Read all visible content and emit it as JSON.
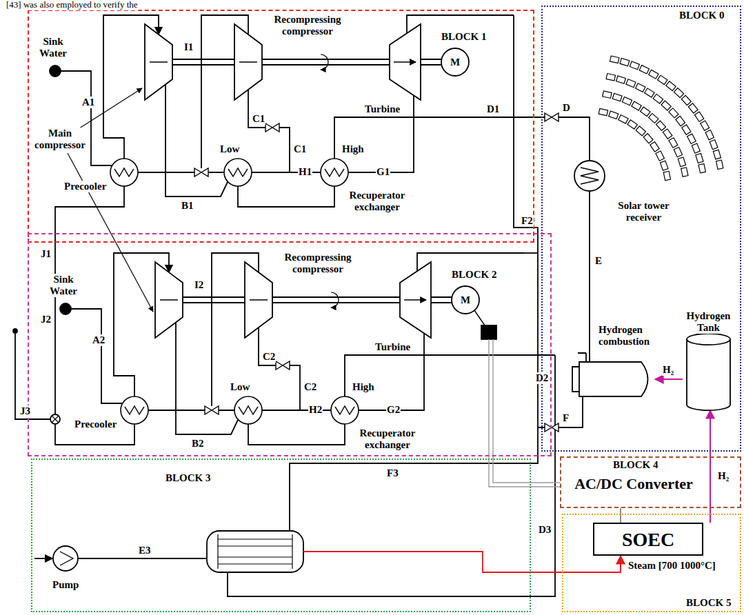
{
  "diagram": {
    "nodes": [
      {
        "text": [
          "BLOCK 1"
        ]
      },
      {
        "text": [
          "BLOCK 0"
        ]
      },
      {
        "text": [
          "Hydrogen Tank"
        ],
        "in": 1
      },
      {
        "text": [
          "Hydrogen combustion"
        ],
        "in": 1
      },
      {
        "text": [
          "BLOCK 2"
        ]
      },
      {
        "text": [
          "BLOCK 4",
          "AC/DC Converter"
        ]
      },
      {
        "text": [
          "BLOCK 3"
        ]
      },
      {
        "text": [
          "BLOCK 5"
        ]
      },
      {
        "text": [
          "SOEC"
        ],
        "in": 7
      }
    ],
    "edges": [
      {
        "from": 8,
        "to": 2,
        "arrow": "to",
        "label": "H₂"
      },
      {
        "from": 2,
        "to": 3,
        "arrow": "to",
        "label": "H₂"
      },
      {
        "from": 5,
        "to": 8,
        "arrow": "none"
      },
      {
        "from": 6,
        "to": 8,
        "arrow": "to",
        "label": "Steam [700 1000°C]"
      }
    ],
    "labels": [
      "[43] was also employed to verify the",
      "Sink Water",
      "A1",
      "I1",
      "Recompressing compressor",
      "Turbine",
      "M",
      "D1",
      "Main compressor",
      "C1",
      "C1",
      "Low",
      "High",
      "H1",
      "G1",
      "Precooler",
      "B1",
      "Recuperator exchanger",
      "D",
      "Solar tower receiver",
      "E",
      "F",
      "F2",
      "J1",
      "Sink Water",
      "A2",
      "I2",
      "Recompressing compressor",
      "Turbine",
      "M",
      "C2",
      "C2",
      "H2",
      "Low",
      "High",
      "D2",
      "J2",
      "G2",
      "J3",
      "Precooler",
      "B2",
      "Recuperator exchanger",
      "F3",
      "E3",
      "D3",
      "Pump"
    ]
  }
}
